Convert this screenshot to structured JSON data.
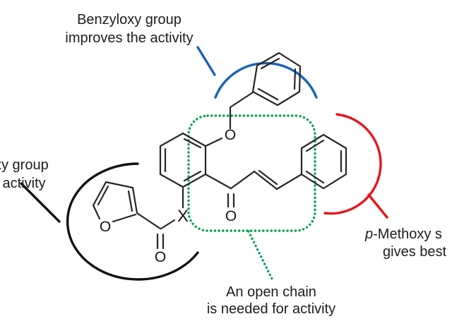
{
  "figure": {
    "type": "structure-activity-annotation-diagram",
    "background": "#ffffff"
  },
  "colors": {
    "blue": "#1a63b5",
    "red": "#e8151d",
    "green": "#00a14e",
    "ink": "#1c1c1c"
  },
  "annotations": {
    "top": {
      "line1": "Benzyloxy group",
      "line2": "improves the activity"
    },
    "left_clipped": {
      "line1": "xy group",
      "line2": "s activity"
    },
    "right_clipped": {
      "line1_italic": "p",
      "line1_rest": "-Methoxy s",
      "line2": "gives best"
    },
    "bottom": {
      "line1": "An open chain",
      "line2": "is needed for activity"
    }
  },
  "molecule": {
    "atom_labels": [
      {
        "id": "furan-oxygen",
        "label": "O"
      },
      {
        "id": "furoyl-carbonyl-oxygen",
        "label": "O"
      },
      {
        "id": "variable-heteroatom",
        "label": "X"
      },
      {
        "id": "benzyloxy-oxygen",
        "label": "O"
      },
      {
        "id": "ketone-oxygen",
        "label": "O"
      }
    ]
  }
}
